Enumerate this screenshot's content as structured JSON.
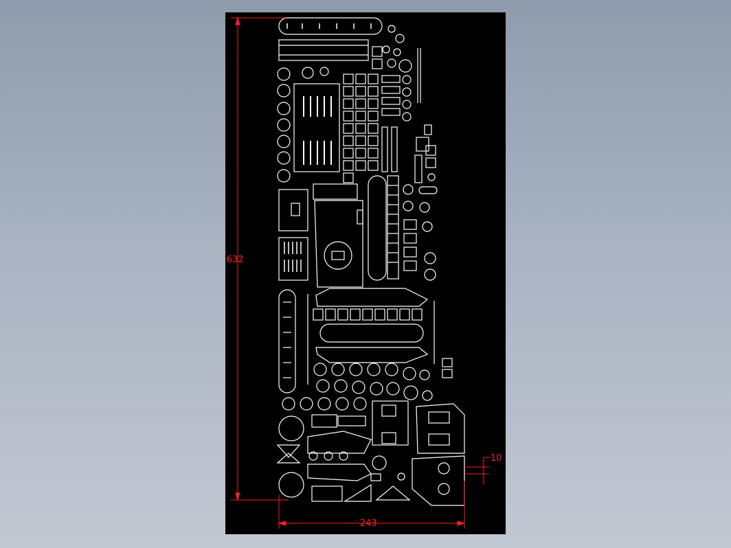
{
  "drawing": {
    "background": "#000000",
    "line_color": "#ffffff",
    "dimension_color": "#ff2020"
  },
  "dimensions": {
    "height_label": "632",
    "width_label": "243",
    "small_label": "10"
  }
}
